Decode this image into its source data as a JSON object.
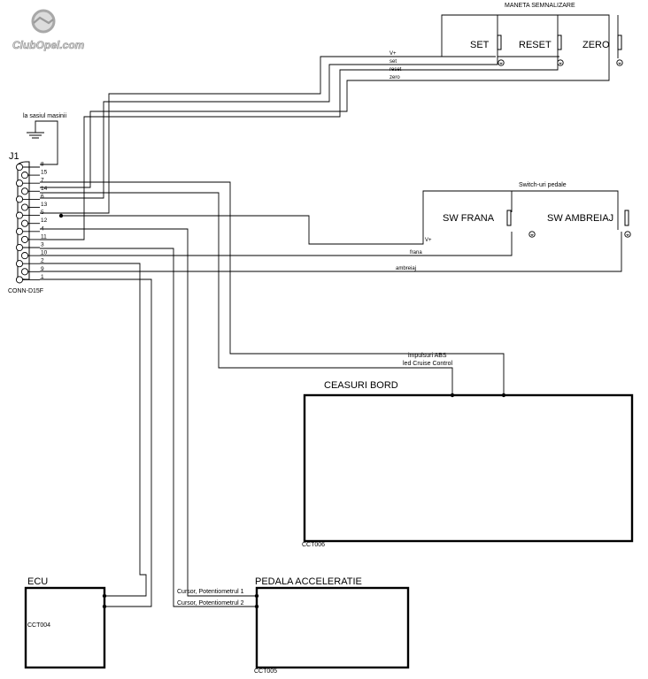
{
  "logo": {
    "text": "ClubOpel.com"
  },
  "connector": {
    "ref": "J1",
    "part": "CONN-D15F",
    "pins": [
      "8",
      "15",
      "7",
      "14",
      "6",
      "13",
      "5",
      "12",
      "4",
      "11",
      "3",
      "10",
      "2",
      "9",
      "1"
    ]
  },
  "ground": {
    "label": "la sasiul masinii"
  },
  "stalk": {
    "title": "MANETA SEMNALIZARE",
    "buttons": [
      "SET",
      "RESET",
      "ZERO"
    ],
    "wires": [
      "V+",
      "set",
      "reset",
      "zero"
    ]
  },
  "pedal_switches": {
    "title": "Switch-uri pedale",
    "buttons": [
      "SW FRANA",
      "SW AMBREIAJ"
    ],
    "wires": [
      "V+",
      "frana",
      "ambreiaj"
    ]
  },
  "cluster": {
    "title": "CEASURI BORD",
    "ref": "CCT006",
    "wires": [
      "impulsuri ABS",
      "led Cruise Control"
    ]
  },
  "ecu": {
    "title": "ECU",
    "ref": "CCT004"
  },
  "pedal": {
    "title": "PEDALA ACCELERATIE",
    "ref": "CCT005",
    "wires": [
      "Cursor, Potentiometrul 1",
      "Cursor, Potentiometrul 2"
    ]
  }
}
